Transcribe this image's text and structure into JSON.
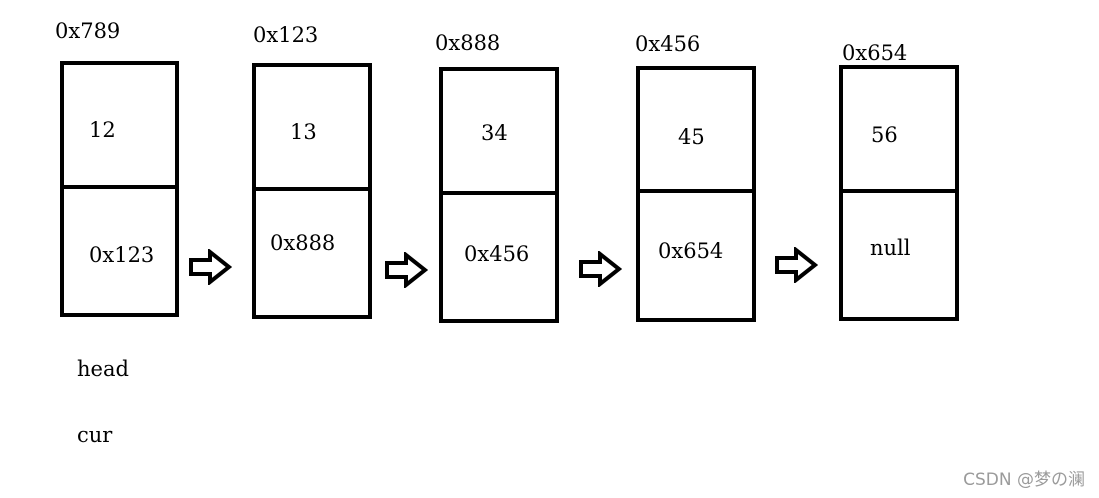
{
  "nodes": [
    {
      "address": "0x789",
      "value": "12",
      "next": "0x123"
    },
    {
      "address": "0x123",
      "value": "13",
      "next": "0x888"
    },
    {
      "address": "0x888",
      "value": "34",
      "next": "0x456"
    },
    {
      "address": "0x456",
      "value": "45",
      "next": "0x654"
    },
    {
      "address": "0x654",
      "value": "56",
      "next": "null"
    }
  ],
  "pointers": {
    "head": "head",
    "cur": "cur"
  },
  "watermark": "CSDN @梦の澜"
}
